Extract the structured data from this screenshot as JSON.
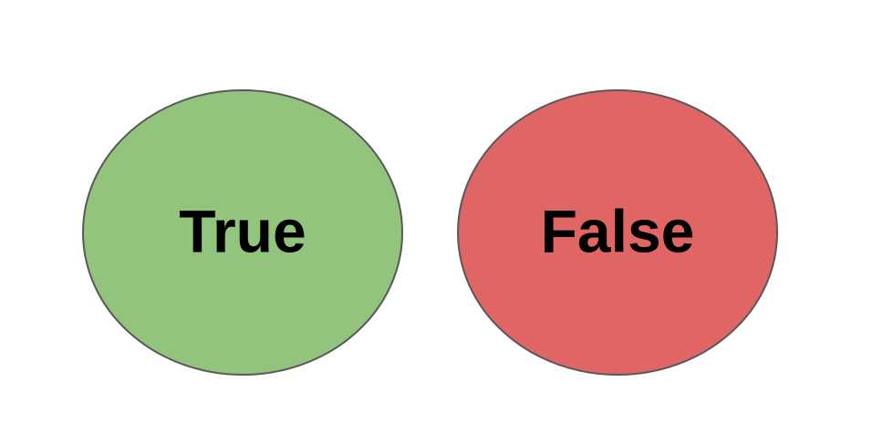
{
  "shapes": [
    {
      "id": "true",
      "label": "True",
      "fill_color": "#93c47d",
      "stroke_color": "#595959"
    },
    {
      "id": "false",
      "label": "False",
      "fill_color": "#e06666",
      "stroke_color": "#595959"
    }
  ]
}
